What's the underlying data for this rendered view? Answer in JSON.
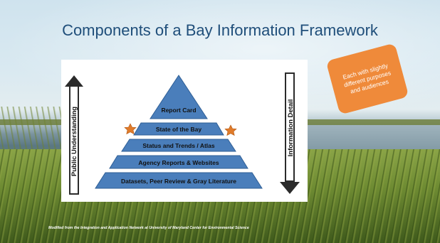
{
  "title": "Components of a Bay Information Framework",
  "diagram": {
    "left_arrow_label": "Public Understanding",
    "right_arrow_label": "Information Detail",
    "levels": [
      "Report Card",
      "State of the Bay",
      "Status and Trends / Atlas",
      "Agency Reports & Websites",
      "Datasets, Peer Review & Gray Literature"
    ],
    "colors": {
      "pyramid_fill": "#4a7ebb",
      "pyramid_stroke": "#2f5f96",
      "star_fill": "#e07b2a",
      "arrow_left_fill": "#2b2b2b",
      "arrow_right_fill": "#2b2b2b"
    }
  },
  "callout": {
    "text": "Each with slightly different purposes and audiences",
    "color": "#ef8a3a"
  },
  "footnote": "Modified from the Integration and Application Network at University of Maryland Center for Environmental Science"
}
